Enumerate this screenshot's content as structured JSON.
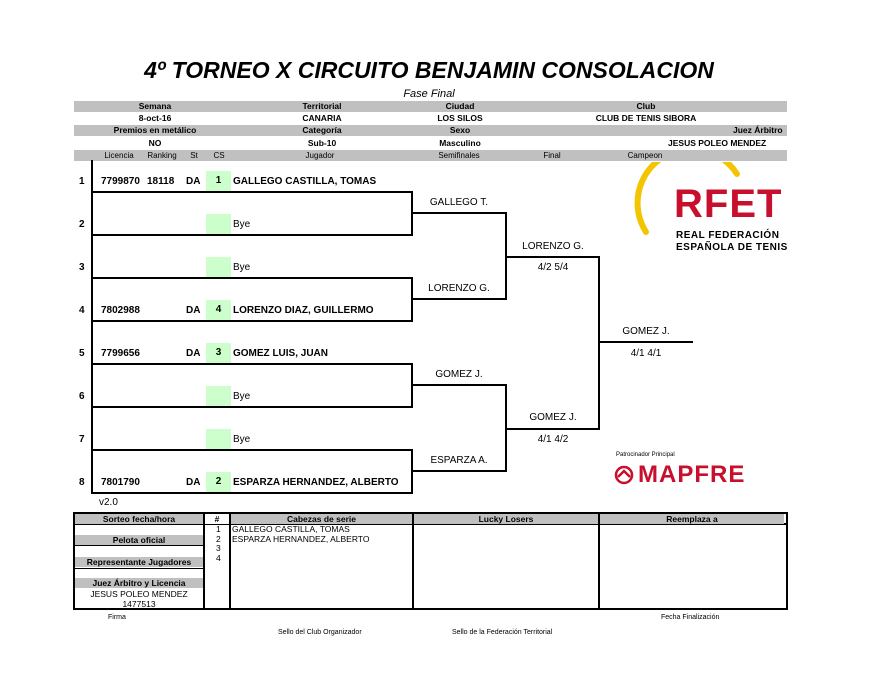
{
  "title": "4º TORNEO X CIRCUITO BENJAMIN CONSOLACION",
  "subtitle": "Fase Final",
  "info": {
    "semana_label": "Semana",
    "semana": "8-oct-16",
    "territorial_label": "Territorial",
    "territorial": "CANARIA",
    "ciudad_label": "Ciudad",
    "ciudad": "LOS SILOS",
    "club_label": "Club",
    "club": "CLUB DE TENIS SIBORA",
    "premios_label": "Premios en metálico",
    "premios": "NO",
    "categoria_label": "Categoría",
    "categoria": "Sub-10",
    "sexo_label": "Sexo",
    "sexo": "Masculino",
    "juez_label": "Juez Árbitro",
    "juez": "JESUS POLEO MENDEZ"
  },
  "columns": {
    "licencia": "Licencia",
    "ranking": "Ranking",
    "st": "St",
    "cs": "CS",
    "jugador": "Jugador",
    "semifinales": "Semifinales",
    "final": "Final",
    "campeon": "Campeon"
  },
  "draw": [
    {
      "num": "1",
      "licencia": "7799870",
      "ranking": "18118",
      "st": "DA",
      "cs": "1",
      "name": "GALLEGO CASTILLA, TOMAS"
    },
    {
      "num": "2",
      "licencia": "",
      "ranking": "",
      "st": "",
      "cs": "",
      "name": "Bye"
    },
    {
      "num": "3",
      "licencia": "",
      "ranking": "",
      "st": "",
      "cs": "",
      "name": "Bye"
    },
    {
      "num": "4",
      "licencia": "7802988",
      "ranking": "",
      "st": "DA",
      "cs": "4",
      "name": "LORENZO DIAZ, GUILLERMO"
    },
    {
      "num": "5",
      "licencia": "7799656",
      "ranking": "",
      "st": "DA",
      "cs": "3",
      "name": "GOMEZ LUIS, JUAN"
    },
    {
      "num": "6",
      "licencia": "",
      "ranking": "",
      "st": "",
      "cs": "",
      "name": "Bye"
    },
    {
      "num": "7",
      "licencia": "",
      "ranking": "",
      "st": "",
      "cs": "",
      "name": "Bye"
    },
    {
      "num": "8",
      "licencia": "7801790",
      "ranking": "",
      "st": "DA",
      "cs": "2",
      "name": "ESPARZA HERNANDEZ, ALBERTO"
    }
  ],
  "semis": [
    "GALLEGO T.",
    "LORENZO G.",
    "GOMEZ J.",
    "ESPARZA A."
  ],
  "finals": [
    {
      "name": "LORENZO G.",
      "score": "4/2 5/4"
    },
    {
      "name": "GOMEZ J.",
      "score": "4/1 4/2"
    }
  ],
  "champion": {
    "name": "GOMEZ J.",
    "score": "4/1 4/1"
  },
  "logos": {
    "rfet_letters": "RFET",
    "rfet_line1": "REAL FEDERACIÓN",
    "rfet_line2": "ESPAÑOLA DE TENIS",
    "sponsor_label": "Patrocinador Principal",
    "mapfre": "MAPFRE",
    "rfet_color": "#c8102e",
    "rfet_arc_color": "#f2c500"
  },
  "version": "v2.0",
  "footer": {
    "sorteo": "Sorteo fecha/hora",
    "pelota": "Pelota oficial",
    "representante": "Representante Jugadores",
    "juez_licencia": "Juez Árbitro y Licencia",
    "juez_name": "JESUS POLEO MENDEZ",
    "juez_num": "1477513",
    "hash": "#",
    "cabezas": "Cabezas  de serie",
    "lucky": "Lucky Losers",
    "reemplaza": "Reemplaza a",
    "seed_nums": [
      "1",
      "2",
      "3",
      "4"
    ],
    "seeds": [
      "GALLEGO CASTILLA, TOMAS",
      "ESPARZA HERNANDEZ, ALBERTO",
      "",
      ""
    ],
    "firma": "Firma",
    "fecha_fin": "Fecha Finalización",
    "sello_club": "Sello del Club Organizador",
    "sello_fed": "Sello de la Federación Territorial"
  }
}
